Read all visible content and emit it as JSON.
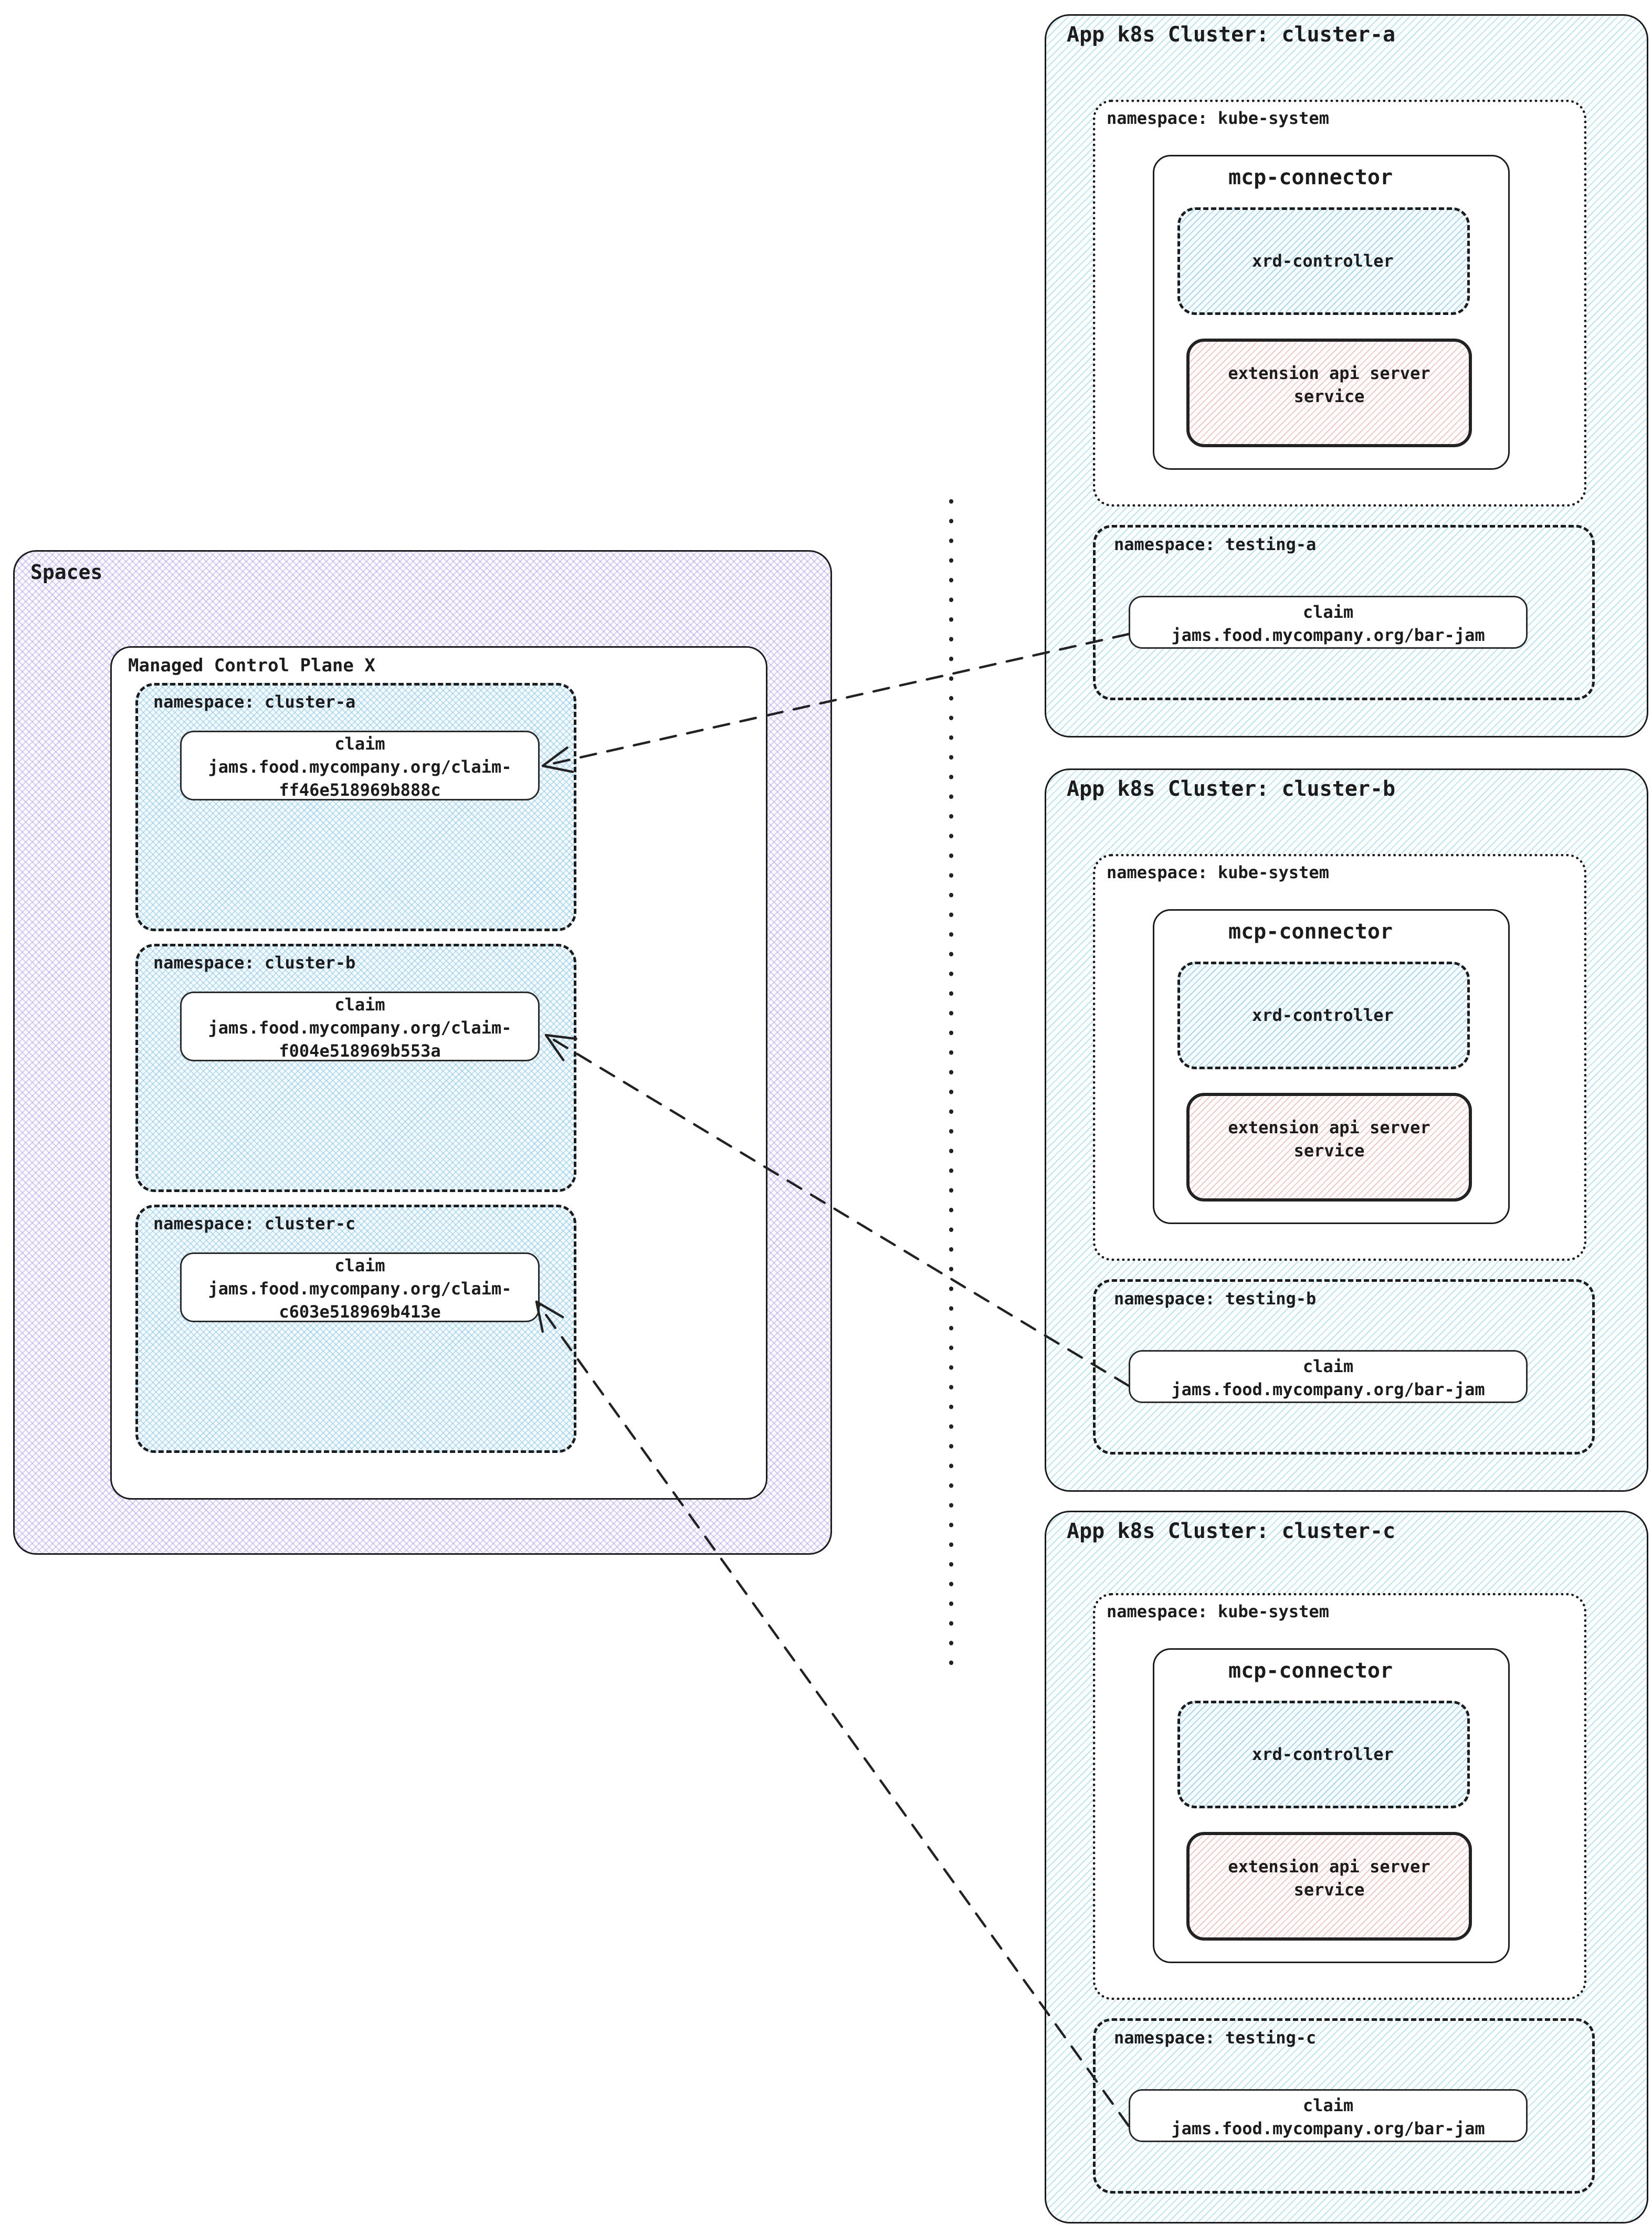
{
  "spaces": {
    "label": "Spaces",
    "mcp_label": "Managed Control Plane X",
    "namespaces": [
      {
        "label": "namespace: cluster-a",
        "claim_lines": [
          "claim",
          "jams.food.mycompany.org/claim-",
          "ff46e518969b888c"
        ]
      },
      {
        "label": "namespace: cluster-b",
        "claim_lines": [
          "claim",
          "jams.food.mycompany.org/claim-",
          "f004e518969b553a"
        ]
      },
      {
        "label": "namespace: cluster-c",
        "claim_lines": [
          "claim",
          "jams.food.mycompany.org/claim-",
          "c603e518969b413e"
        ]
      }
    ]
  },
  "clusters": [
    {
      "title": "App k8s Cluster: cluster-a",
      "kube_ns_label": "namespace: kube-system",
      "mcp_connector_label": "mcp-connector",
      "xrd_label": "xrd-controller",
      "ext_api_lines": [
        "extension api server",
        "service"
      ],
      "testing_ns_label": "namespace: testing-a",
      "claim_lines": [
        "claim",
        "jams.food.mycompany.org/bar-jam"
      ]
    },
    {
      "title": "App k8s Cluster: cluster-b",
      "kube_ns_label": "namespace: kube-system",
      "mcp_connector_label": "mcp-connector",
      "xrd_label": "xrd-controller",
      "ext_api_lines": [
        "extension api server",
        "service"
      ],
      "testing_ns_label": "namespace: testing-b",
      "claim_lines": [
        "claim",
        "jams.food.mycompany.org/bar-jam"
      ]
    },
    {
      "title": "App k8s Cluster: cluster-c",
      "kube_ns_label": "namespace: kube-system",
      "mcp_connector_label": "mcp-connector",
      "xrd_label": "xrd-controller",
      "ext_api_lines": [
        "extension api server",
        "service"
      ],
      "testing_ns_label": "namespace: testing-c",
      "claim_lines": [
        "claim",
        "jams.food.mycompany.org/bar-jam"
      ]
    }
  ],
  "connections": [
    {
      "from": "cluster-a / namespace testing-a / claim jams.food.mycompany.org/bar-jam",
      "to": "Managed Control Plane X / namespace cluster-a / claim jams.food.mycompany.org/claim-ff46e518969b888c"
    },
    {
      "from": "cluster-b / namespace testing-b / claim jams.food.mycompany.org/bar-jam",
      "to": "Managed Control Plane X / namespace cluster-b / claim jams.food.mycompany.org/claim-f004e518969b553a"
    },
    {
      "from": "cluster-c / namespace testing-c / claim jams.food.mycompany.org/bar-jam",
      "to": "Managed Control Plane X / namespace cluster-c / claim jams.food.mycompany.org/claim-c603e518969b413e"
    }
  ],
  "colors": {
    "ink": "#1c1c1c",
    "purple_hatch": "#9a7af0",
    "blue_hatch": "#5fb4e4",
    "cyan_stripe": "#55c0e4",
    "red_stripe": "#e8766c"
  }
}
